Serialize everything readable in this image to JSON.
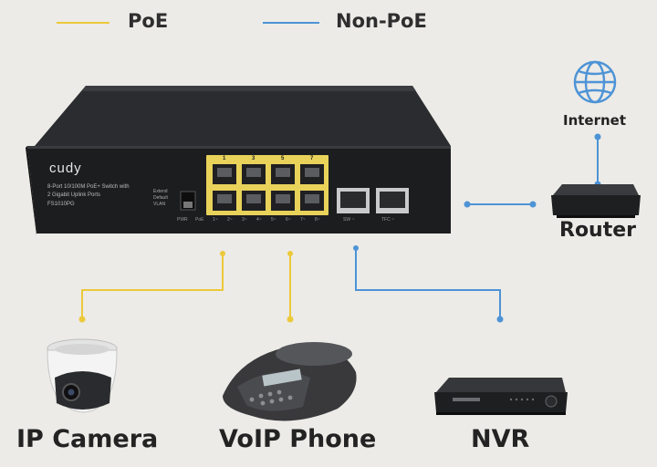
{
  "legend": {
    "poe": {
      "label": "PoE",
      "color": "#ecc93a"
    },
    "non_poe": {
      "label": "Non-PoE",
      "color": "#4d93d6"
    }
  },
  "switch": {
    "brand": "cudy",
    "model_line1": "8-Port 10/100M PoE+ Switch with",
    "model_line2": "2 Gigabit Uplink Ports",
    "model_code": "FS1010PG",
    "switch_label_lines": [
      "Extend",
      "Default",
      "VLAN"
    ],
    "port_numbers_top": [
      "1",
      "3",
      "5",
      "7"
    ],
    "port_labels_bottom": [
      "PWR",
      "PoE",
      "1~",
      "2~",
      "3~",
      "4~",
      "5~",
      "6~",
      "7~",
      "8~",
      "SW ~",
      "TFC ~"
    ]
  },
  "devices": {
    "internet": {
      "label": "Internet",
      "icon": "globe-icon"
    },
    "router": {
      "label": "Router",
      "icon": "router-icon"
    },
    "ip_camera": {
      "label": "IP Camera",
      "icon": "dome-camera-icon"
    },
    "voip_phone": {
      "label": "VoIP Phone",
      "icon": "conference-phone-icon"
    },
    "nvr": {
      "label": "NVR",
      "icon": "nvr-icon"
    }
  },
  "connections": [
    {
      "from": "switch",
      "to": "IP Camera",
      "type": "PoE"
    },
    {
      "from": "switch",
      "to": "VoIP Phone",
      "type": "PoE"
    },
    {
      "from": "switch",
      "to": "NVR",
      "type": "Non-PoE"
    },
    {
      "from": "switch",
      "to": "Router",
      "type": "Non-PoE"
    },
    {
      "from": "Router",
      "to": "Internet",
      "type": "Non-PoE"
    }
  ]
}
